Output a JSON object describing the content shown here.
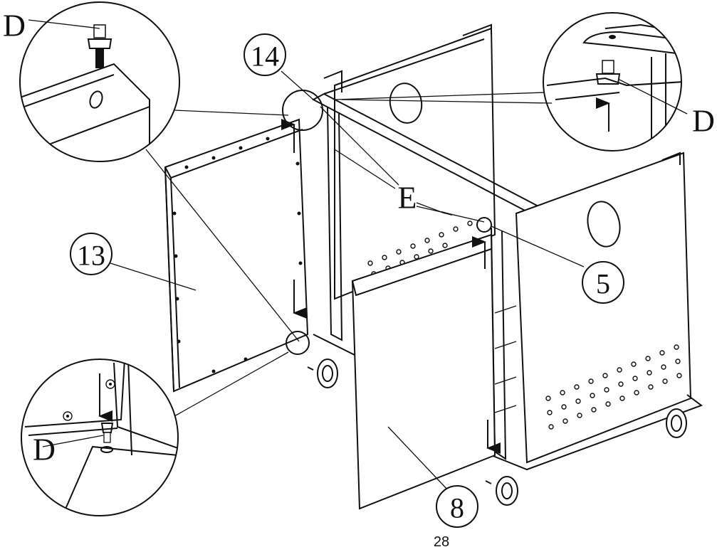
{
  "labels": {
    "d_top_left": "D",
    "d_top_right": "D",
    "d_bottom_left": "D",
    "e": "E"
  },
  "callouts": {
    "part_14": "14",
    "part_13": "13",
    "part_5": "5",
    "part_8": "8"
  },
  "page_number": "28"
}
